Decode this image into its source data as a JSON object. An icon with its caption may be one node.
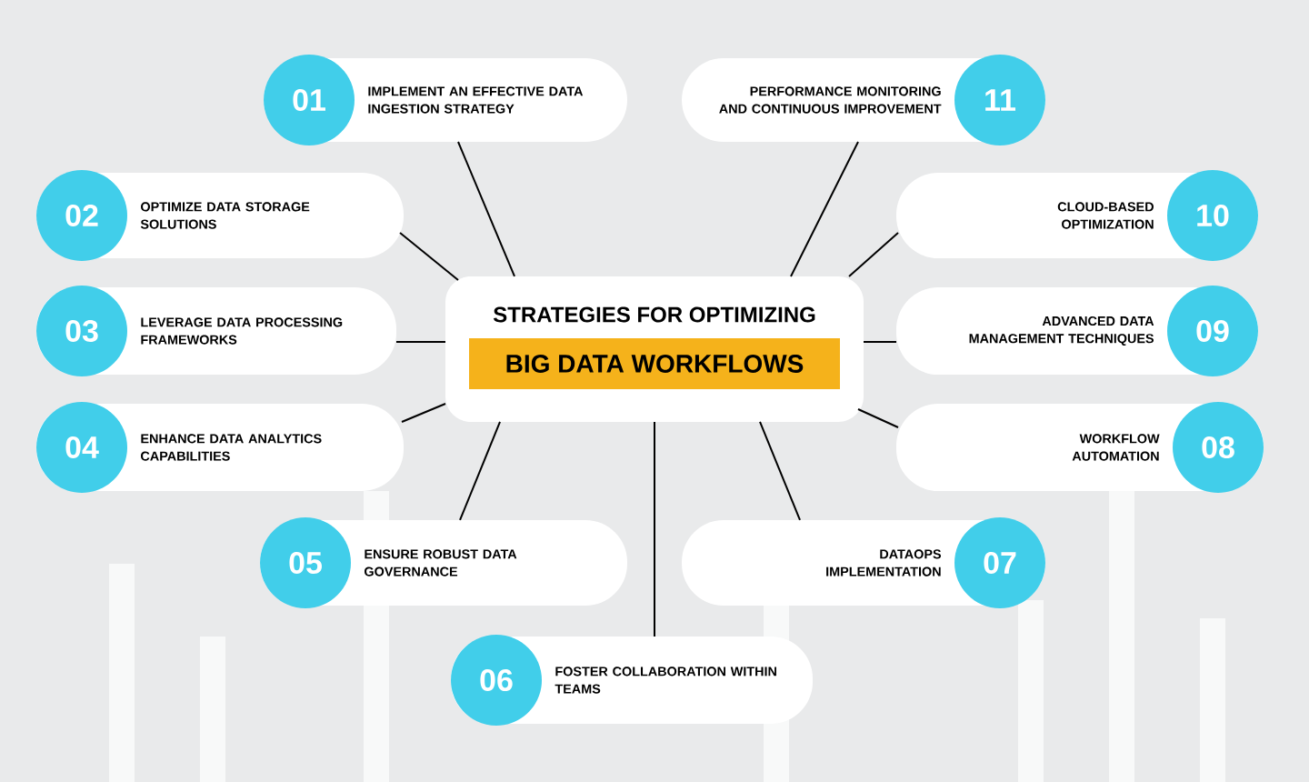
{
  "diagram": {
    "nodes": [
      {
        "text": [
          "STRATEGIES FOR OPTIMIZING",
          "BIG DATA WORKFLOWS"
        ]
      },
      {
        "text": [
          "01",
          "IMPLEMENT AN EFFECTIVE DATA INGESTION STRATEGY"
        ]
      },
      {
        "text": [
          "02",
          "OPTIMIZE DATA STORAGE SOLUTIONS"
        ]
      },
      {
        "text": [
          "03",
          "LEVERAGE DATA PROCESSING FRAMEWORKS"
        ]
      },
      {
        "text": [
          "04",
          "ENHANCE DATA ANALYTICS CAPABILITIES"
        ]
      },
      {
        "text": [
          "05",
          "ENSURE ROBUST DATA GOVERNANCE"
        ]
      },
      {
        "text": [
          "06",
          "FOSTER COLLABORATION WITHIN TEAMS"
        ]
      },
      {
        "text": [
          "DATAOPS IMPLEMENTATION",
          "07"
        ]
      },
      {
        "text": [
          "WORKFLOW AUTOMATION",
          "08"
        ]
      },
      {
        "text": [
          "ADVANCED DATA MANAGEMENT TECHNIQUES",
          "09"
        ]
      },
      {
        "text": [
          "CLOUD-BASED OPTIMIZATION",
          "10"
        ]
      },
      {
        "text": [
          "PERFORMANCE MONITORING AND CONTINUOUS IMPROVEMENT",
          "11"
        ]
      }
    ],
    "edges": [
      {
        "from": 0,
        "to": 1,
        "arrow": "none"
      },
      {
        "from": 0,
        "to": 2,
        "arrow": "none"
      },
      {
        "from": 0,
        "to": 3,
        "arrow": "none"
      },
      {
        "from": 0,
        "to": 4,
        "arrow": "none"
      },
      {
        "from": 0,
        "to": 5,
        "arrow": "none"
      },
      {
        "from": 0,
        "to": 6,
        "arrow": "none"
      },
      {
        "from": 0,
        "to": 7,
        "arrow": "none"
      },
      {
        "from": 0,
        "to": 8,
        "arrow": "none"
      },
      {
        "from": 0,
        "to": 9,
        "arrow": "none"
      },
      {
        "from": 0,
        "to": 10,
        "arrow": "none"
      },
      {
        "from": 0,
        "to": 11,
        "arrow": "none"
      }
    ]
  }
}
